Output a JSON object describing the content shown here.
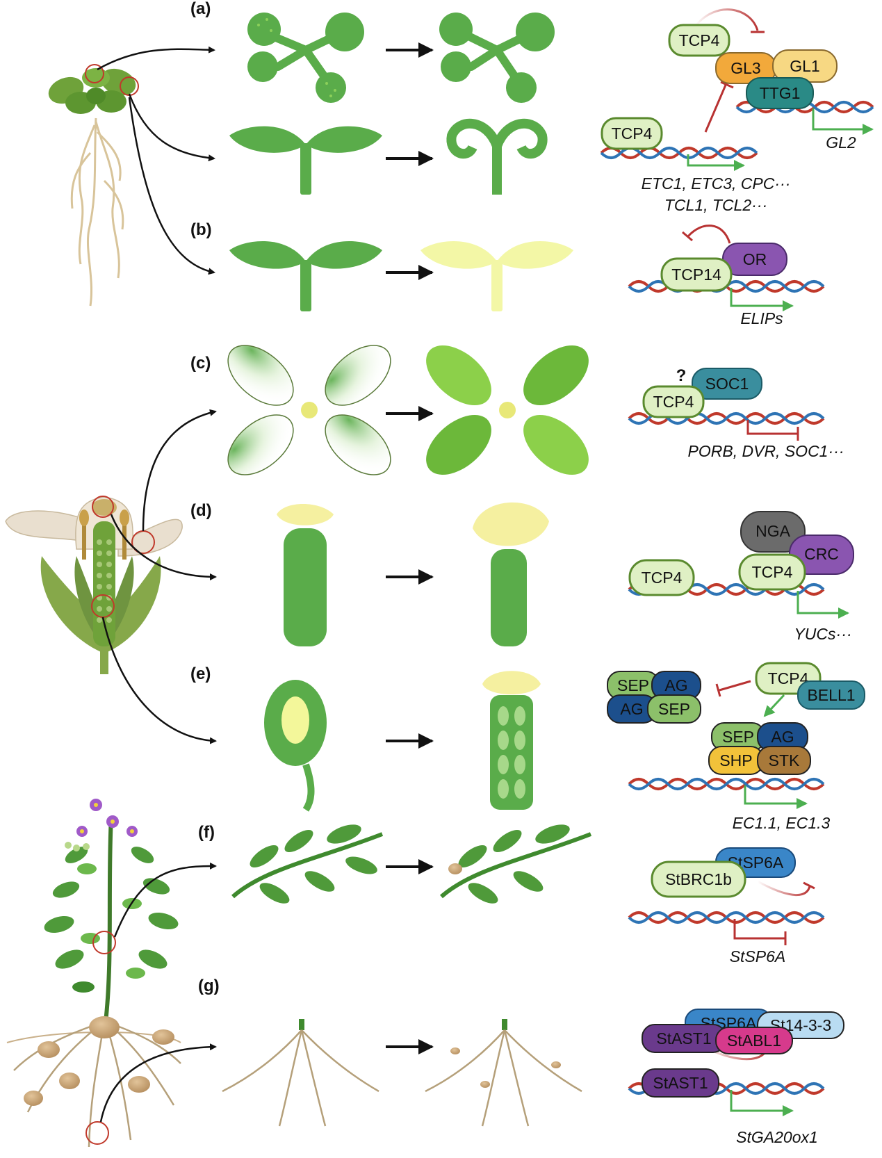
{
  "panels": {
    "a": {
      "label": "(a)",
      "proteins": [
        "TCP4",
        "GL3",
        "GL1",
        "TTG1",
        "TCP4"
      ],
      "genes": [
        "GL2",
        "ETC1, ETC3, CPC···",
        "TCL1, TCL2···"
      ]
    },
    "b": {
      "label": "(b)",
      "proteins": [
        "TCP14",
        "OR"
      ],
      "genes": [
        "ELIPs"
      ]
    },
    "c": {
      "label": "(c)",
      "proteins": [
        "TCP4",
        "SOC1"
      ],
      "question": "?",
      "genes": [
        "PORB, DVR, SOC1···"
      ]
    },
    "d": {
      "label": "(d)",
      "proteins": [
        "TCP4",
        "NGA",
        "CRC",
        "TCP4"
      ],
      "genes": [
        "YUCs···"
      ]
    },
    "e": {
      "label": "(e)",
      "proteins": [
        "SEP",
        "AG",
        "AG",
        "SEP",
        "TCP4",
        "BELL1",
        "SEP",
        "AG",
        "SHP",
        "STK"
      ],
      "genes": [
        "EC1.1, EC1.3"
      ]
    },
    "f": {
      "label": "(f)",
      "proteins": [
        "StSP6A",
        "StBRC1b"
      ],
      "genes": [
        "StSP6A"
      ]
    },
    "g": {
      "label": "(g)",
      "proteins": [
        "StSP6A",
        "St14-3-3",
        "StAST1",
        "StABL1",
        "StAST1"
      ],
      "genes": [
        "StGA20ox1"
      ]
    }
  },
  "colors": {
    "tcp": "#dff0c4",
    "tcp_stroke": "#5a8a2e",
    "gl3": "#f2a93b",
    "gl1": "#f7d883",
    "ttg1": "#2a8a86",
    "or": "#8a55b0",
    "soc1": "#3a8e9e",
    "nga": "#6b6b6b",
    "crc": "#8a55b0",
    "sep": "#8cc06a",
    "ag": "#1c4f8c",
    "bell1": "#3a8e9e",
    "shp": "#f2c23a",
    "stk": "#a8793a",
    "stsp6a": "#3a86c8",
    "st1433": "#b9dcf2",
    "stast1": "#6a3a8c",
    "stabl1": "#d63a8c",
    "leaf": "#5aac4a",
    "activation": "#4caf50",
    "repression": "#b83232"
  }
}
